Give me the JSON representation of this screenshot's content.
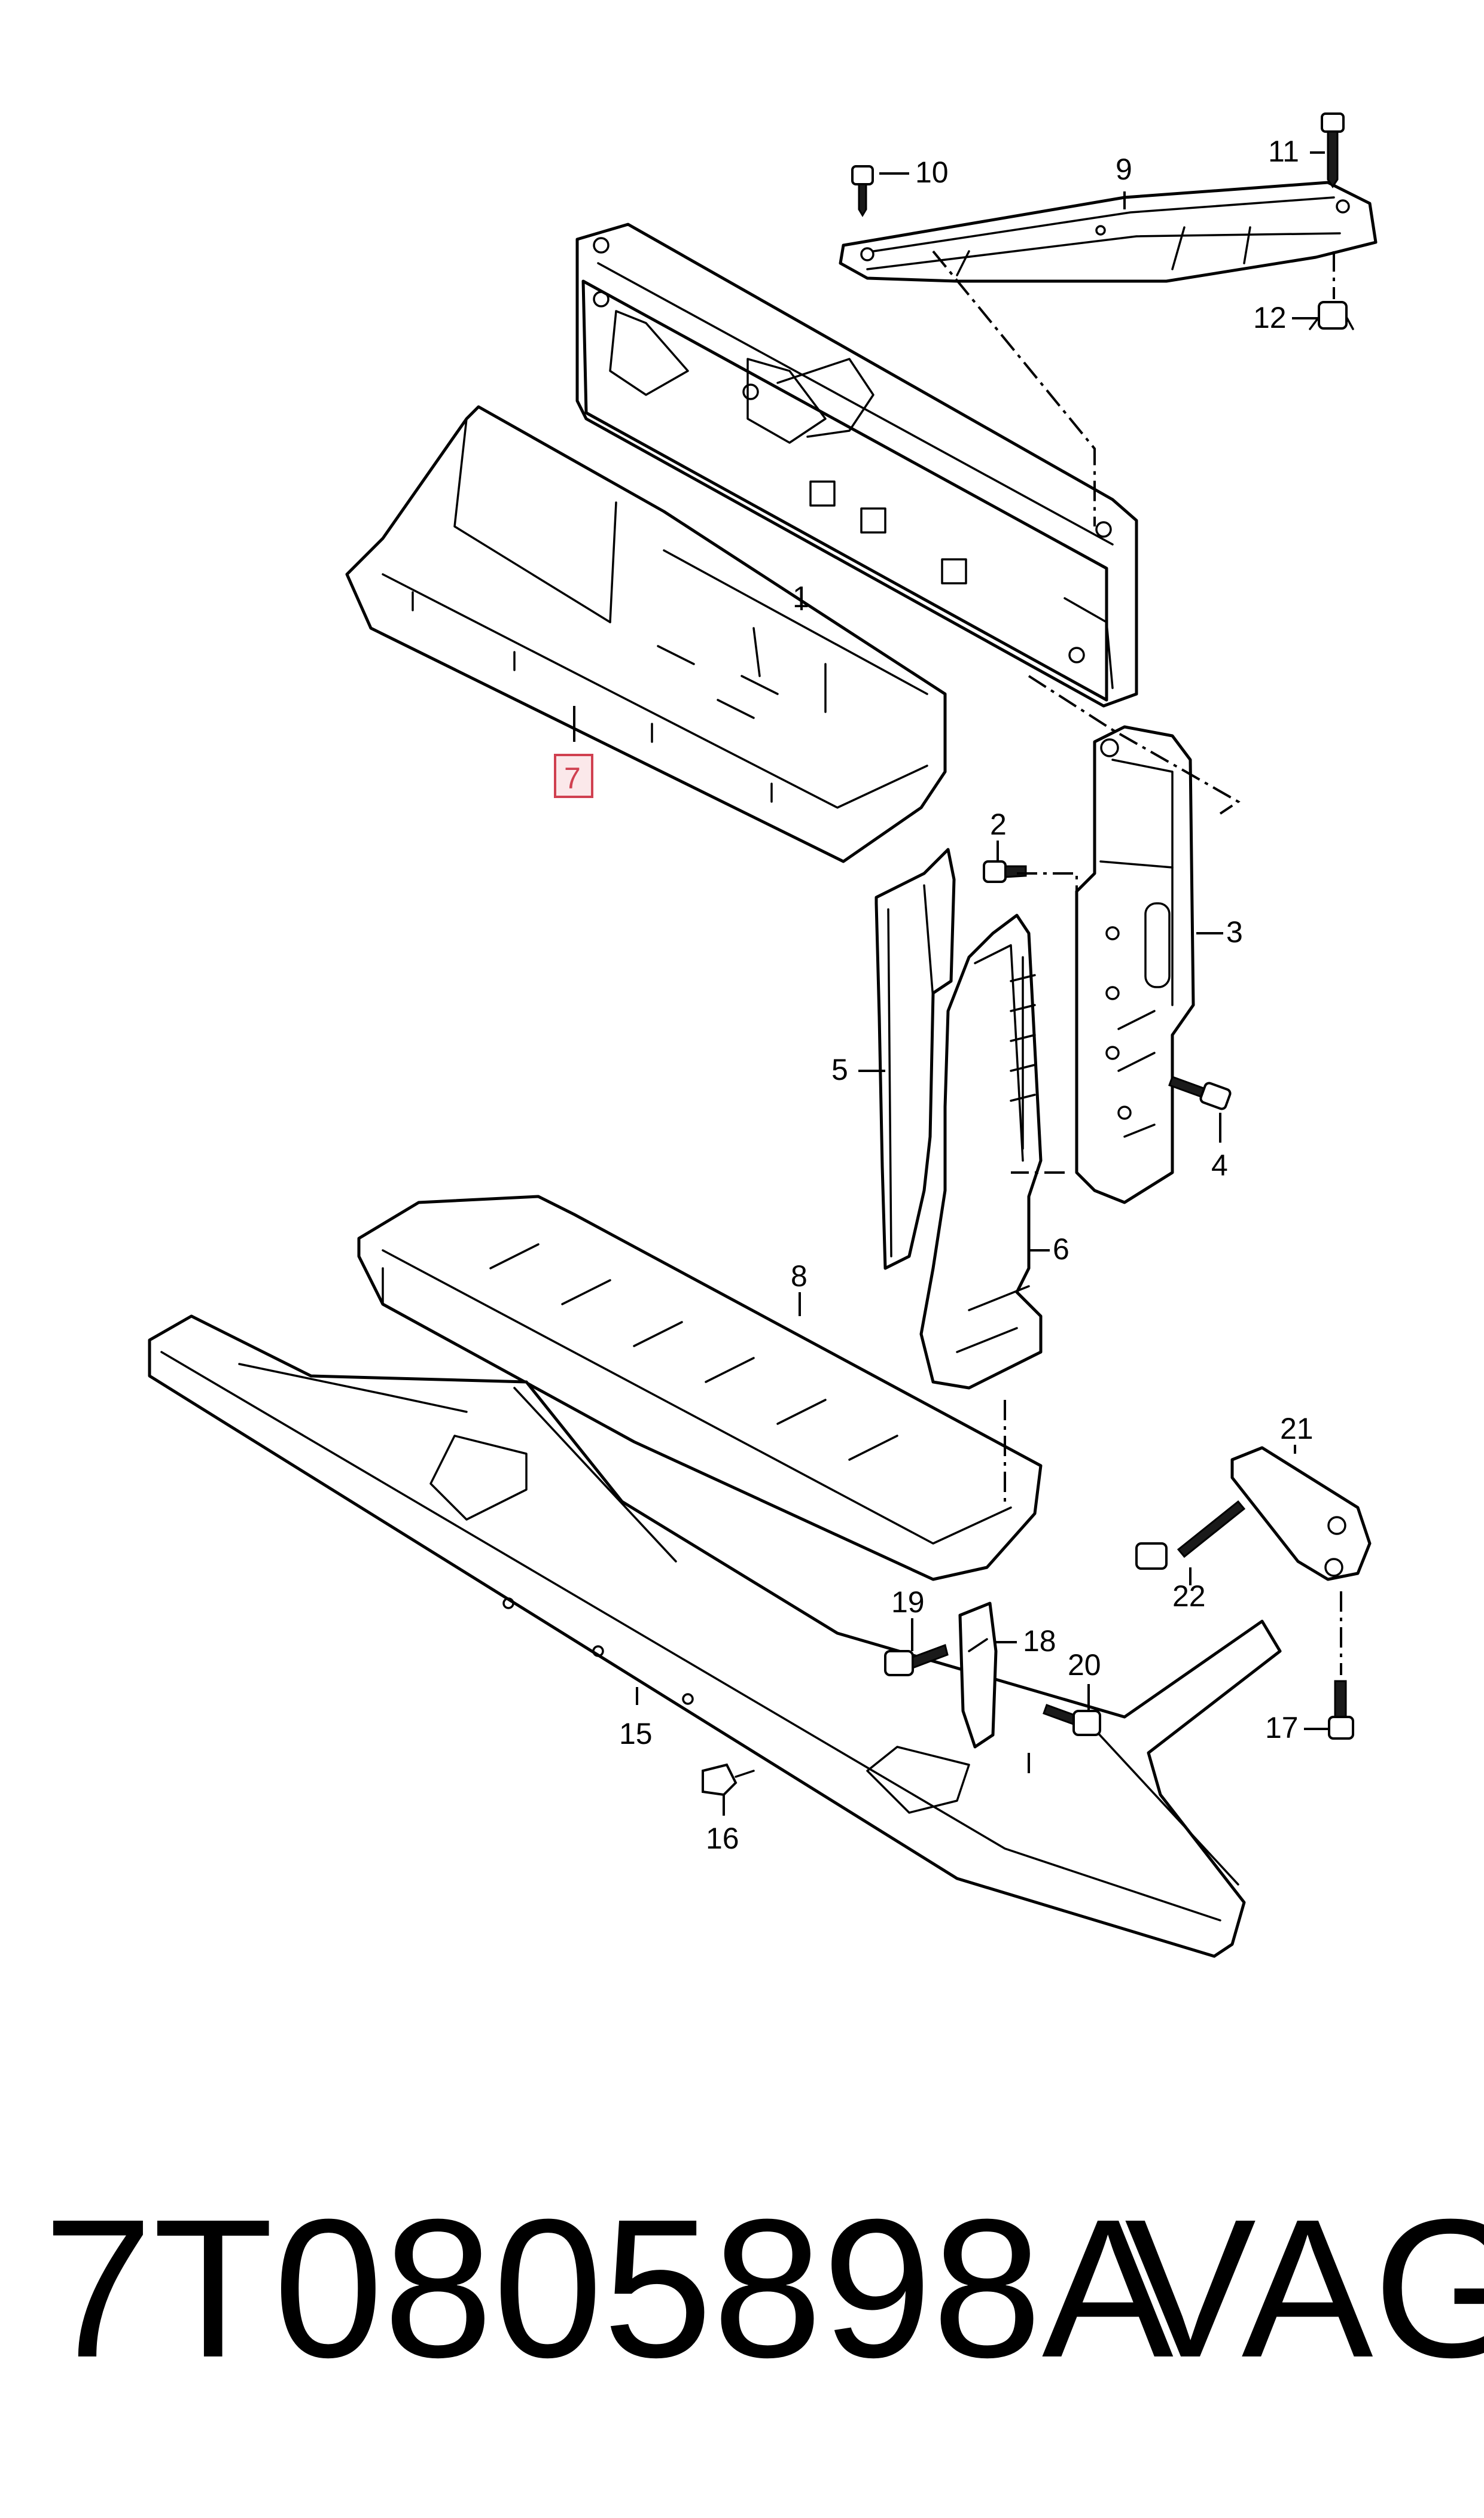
{
  "callouts": {
    "c1": "1",
    "c2": "2",
    "c3": "3",
    "c4": "4",
    "c5": "5",
    "c6": "6",
    "c7": "7",
    "c8": "8",
    "c9": "9",
    "c10": "10",
    "c11": "11",
    "c12": "12",
    "c15": "15",
    "c16": "16",
    "c17": "17",
    "c18": "18",
    "c19": "19",
    "c20": "20",
    "c21": "21",
    "c22": "22"
  },
  "highlighted_callout": "7",
  "colors": {
    "highlight": "#d04050",
    "highlight_fill": "#fbe8ea",
    "line": "#000000",
    "background": "#ffffff"
  },
  "caption": {
    "part_number": "7T0805898A",
    "brand": "VAG"
  }
}
